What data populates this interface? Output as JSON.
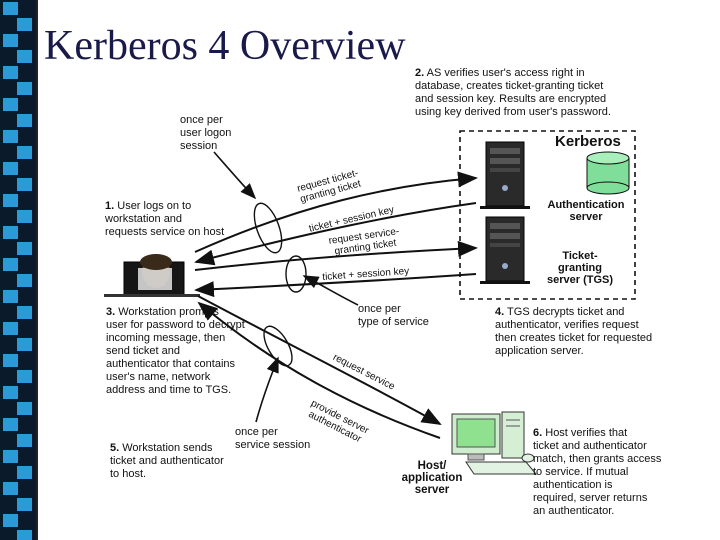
{
  "title": "Kerberos 4 Overview",
  "kerberos_label": "Kerberos",
  "as_label": "Authentication\nserver",
  "tgs_label": "Ticket-\ngranting\nserver (TGS)",
  "host_label": "Host/\napplication\nserver",
  "step1": {
    "num": "1.",
    "text": " User logs on to\nworkstation and\nrequests service on host"
  },
  "step2": {
    "num": "2.",
    "text": " AS verifies user's access right in\ndatabase, creates ticket-granting ticket\nand session key. Results are encrypted\nusing key derived from user's password."
  },
  "step3": {
    "num": "3.",
    "text": " Workstation prompts\nuser for password to decrypt\nincoming message, then\nsend ticket and\nauthenticator that contains\nuser's name, network\naddress and time to TGS."
  },
  "step4": {
    "num": "4.",
    "text": " TGS decrypts ticket and\nauthenticator, verifies request\nthen creates ticket for requested\napplication server."
  },
  "step5": {
    "num": "5.",
    "text": " Workstation sends\nticket and authenticator\nto host."
  },
  "step6": {
    "num": "6.",
    "text": " Host verifies that\nticket and authenticator\nmatch, then grants access\nto service. If mutual\nauthentication is\nrequired, server returns\nan authenticator."
  },
  "once_logon": "once per\nuser logon\nsession",
  "once_service_type": "once per\ntype of service",
  "once_service_session": "once per\nservice session",
  "arrow_request_tgt": "request ticket-\ngranting ticket",
  "arrow_ticket_session_key_1": "ticket + session key",
  "arrow_request_service_ticket": "request service-\ngranting ticket",
  "arrow_ticket_session_key_2": "ticket + session key",
  "arrow_request_service": "request service",
  "arrow_provide_auth": "provide server\nauthenticator",
  "colors": {
    "strip_blue": "#2b9ad8",
    "strip_dark": "#0a1a2a",
    "title": "#1a1a4a",
    "db_green": "#7fdf9a",
    "monitor_green": "#8fe08f"
  }
}
